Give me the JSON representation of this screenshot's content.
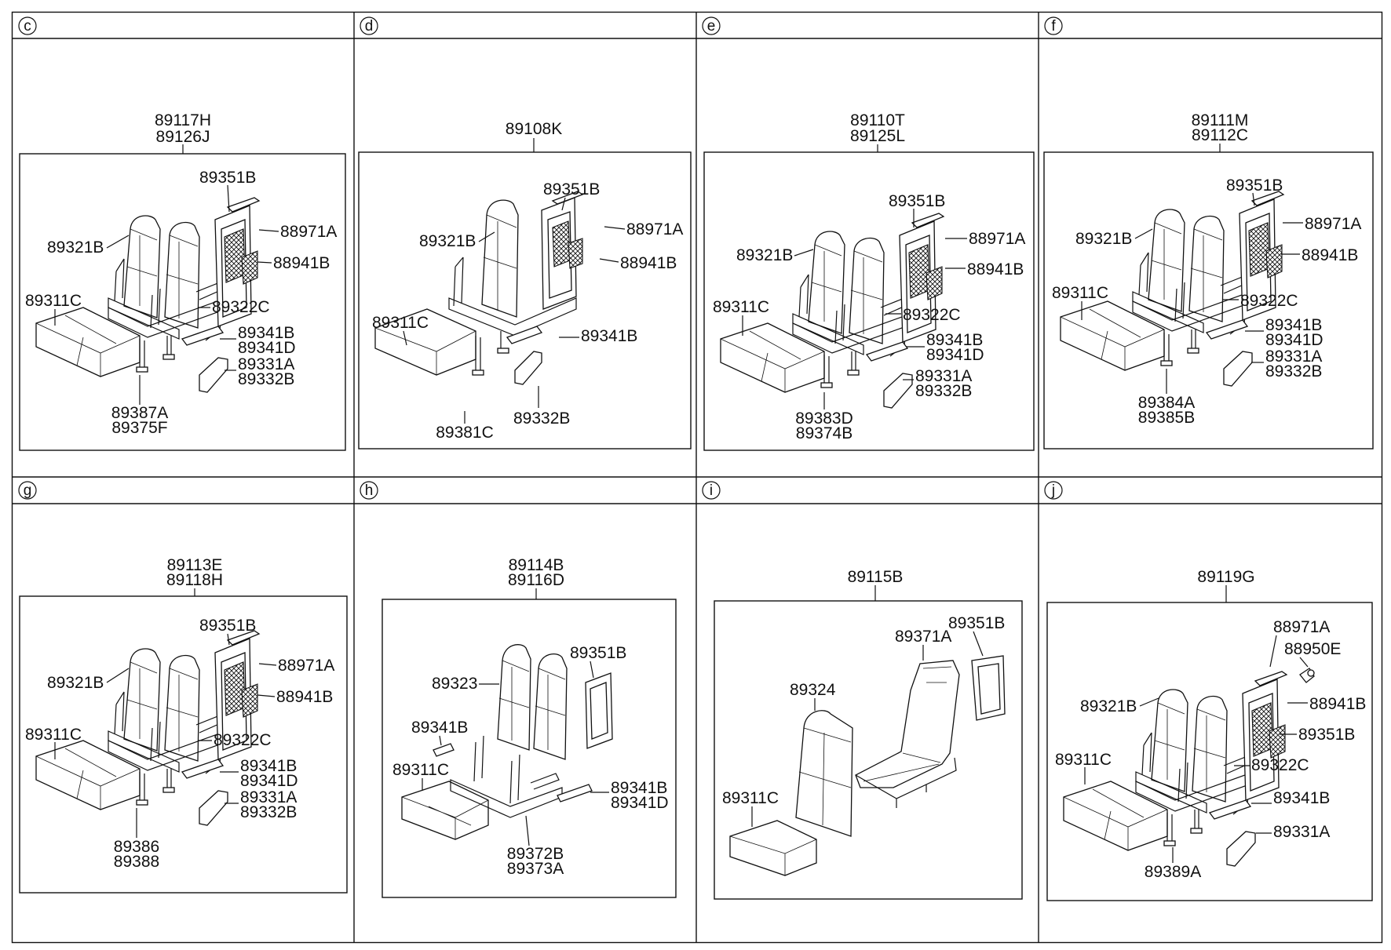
{
  "panels": [
    {
      "letter": "c",
      "assembly": [
        "89117H",
        "89126J"
      ],
      "labels": {
        "backrest_frame": "89351B",
        "handle": "88971A",
        "net": "88941B",
        "seatback": "89321B",
        "seat_cushion": "89311C",
        "bracket": "89322C",
        "cover_1": "89341B",
        "cover_2": "89341D",
        "trim_1": "89331A",
        "trim_2": "89332B",
        "leg_1": "89387A",
        "leg_2": "89375F"
      }
    },
    {
      "letter": "d",
      "assembly": [
        "89108K"
      ],
      "labels": {
        "backrest_frame": "89351B",
        "handle": "88971A",
        "net": "88941B",
        "seatback": "89321B",
        "seat_cushion": "89311C",
        "cover_1": "89341B",
        "trim_2": "89332B",
        "leg_1": "89381C"
      }
    },
    {
      "letter": "e",
      "assembly": [
        "89110T",
        "89125L"
      ],
      "labels": {
        "backrest_frame": "89351B",
        "handle": "88971A",
        "net": "88941B",
        "seatback": "89321B",
        "seat_cushion": "89311C",
        "bracket": "89322C",
        "cover_1": "89341B",
        "cover_2": "89341D",
        "trim_1": "89331A",
        "trim_2": "89332B",
        "leg_1": "89383D",
        "leg_2": "89374B"
      }
    },
    {
      "letter": "f",
      "assembly": [
        "89111M",
        "89112C"
      ],
      "labels": {
        "backrest_frame": "89351B",
        "handle": "88971A",
        "net": "88941B",
        "seatback": "89321B",
        "seat_cushion": "89311C",
        "bracket": "89322C",
        "cover_1": "89341B",
        "cover_2": "89341D",
        "trim_1": "89331A",
        "trim_2": "89332B",
        "leg_1": "89384A",
        "leg_2": "89385B"
      }
    },
    {
      "letter": "g",
      "assembly": [
        "89113E",
        "89118H"
      ],
      "labels": {
        "backrest_frame": "89351B",
        "handle": "88971A",
        "net": "88941B",
        "seatback": "89321B",
        "seat_cushion": "89311C",
        "bracket": "89322C",
        "cover_1": "89341B",
        "cover_2": "89341D",
        "trim_1": "89331A",
        "trim_2": "89332B",
        "leg_1": "89386",
        "leg_2": "89388"
      }
    },
    {
      "letter": "h",
      "assembly": [
        "89114B",
        "89116D"
      ],
      "labels": {
        "backrest_frame": "89351B",
        "seatback": "89323",
        "cover_left": "89341B",
        "seat_cushion": "89311C",
        "cover_1": "89341B",
        "cover_2": "89341D",
        "frame_1": "89372B",
        "frame_2": "89373A"
      }
    },
    {
      "letter": "i",
      "assembly": [
        "89115B"
      ],
      "labels": {
        "shell": "89371A",
        "backrest_frame": "89351B",
        "seatback": "89324",
        "seat_cushion": "89311C"
      }
    },
    {
      "letter": "j",
      "assembly": [
        "89119G"
      ],
      "labels": {
        "handle": "88971A",
        "clip": "88950E",
        "net": "88941B",
        "backrest_frame": "89351B",
        "seatback": "89321B",
        "seat_cushion": "89311C",
        "bracket": "89322C",
        "cover_1": "89341B",
        "trim_1": "89331A",
        "leg_1": "89389A"
      }
    }
  ],
  "colors": {
    "line": "#111111",
    "background": "#ffffff"
  }
}
